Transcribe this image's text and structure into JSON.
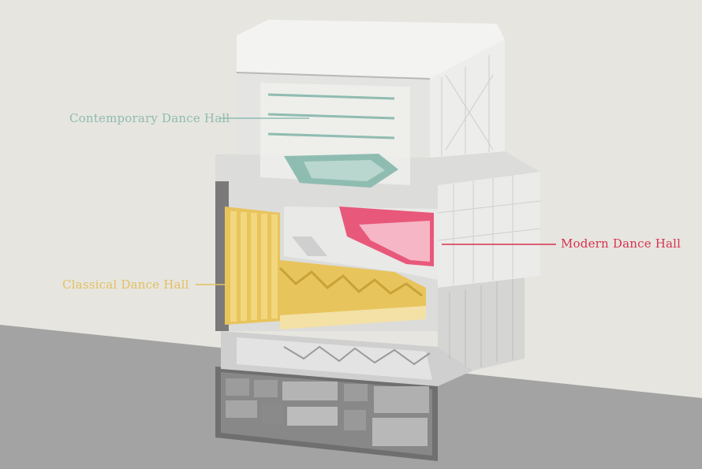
{
  "labels": {
    "contemporary": "Contemporary Dance Hall",
    "classical": "Classical Dance Hall",
    "modern": "Modern Dance Hall"
  },
  "colors": {
    "background": "#e6e5df",
    "ground": "#a3a3a3",
    "contemporary": "#8fbcb1",
    "classical": "#e3c160",
    "modern": "#d8324f",
    "modern_fill": "#e8587a",
    "basement": "#6f6f6f"
  }
}
